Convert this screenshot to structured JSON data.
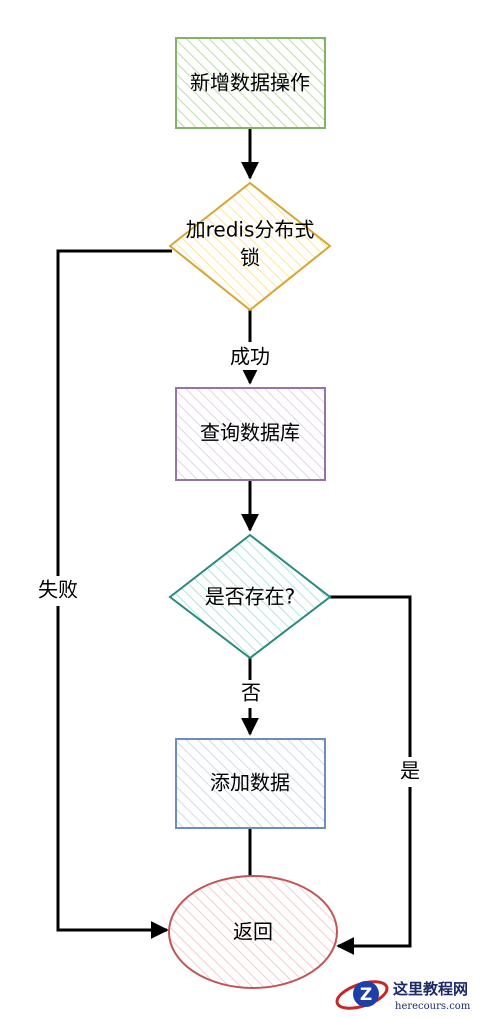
{
  "nodes": {
    "add": "新增数据操作",
    "lock_line1": "加redis分布式",
    "lock_line2": "锁",
    "query": "查询数据库",
    "exists": "是否存在?",
    "insert": "添加数据",
    "ret": "返回"
  },
  "edges": {
    "success": "成功",
    "fail": "失败",
    "no": "否",
    "yes": "是"
  },
  "watermark": {
    "title": "这里教程网",
    "url": "herecours.com"
  }
}
